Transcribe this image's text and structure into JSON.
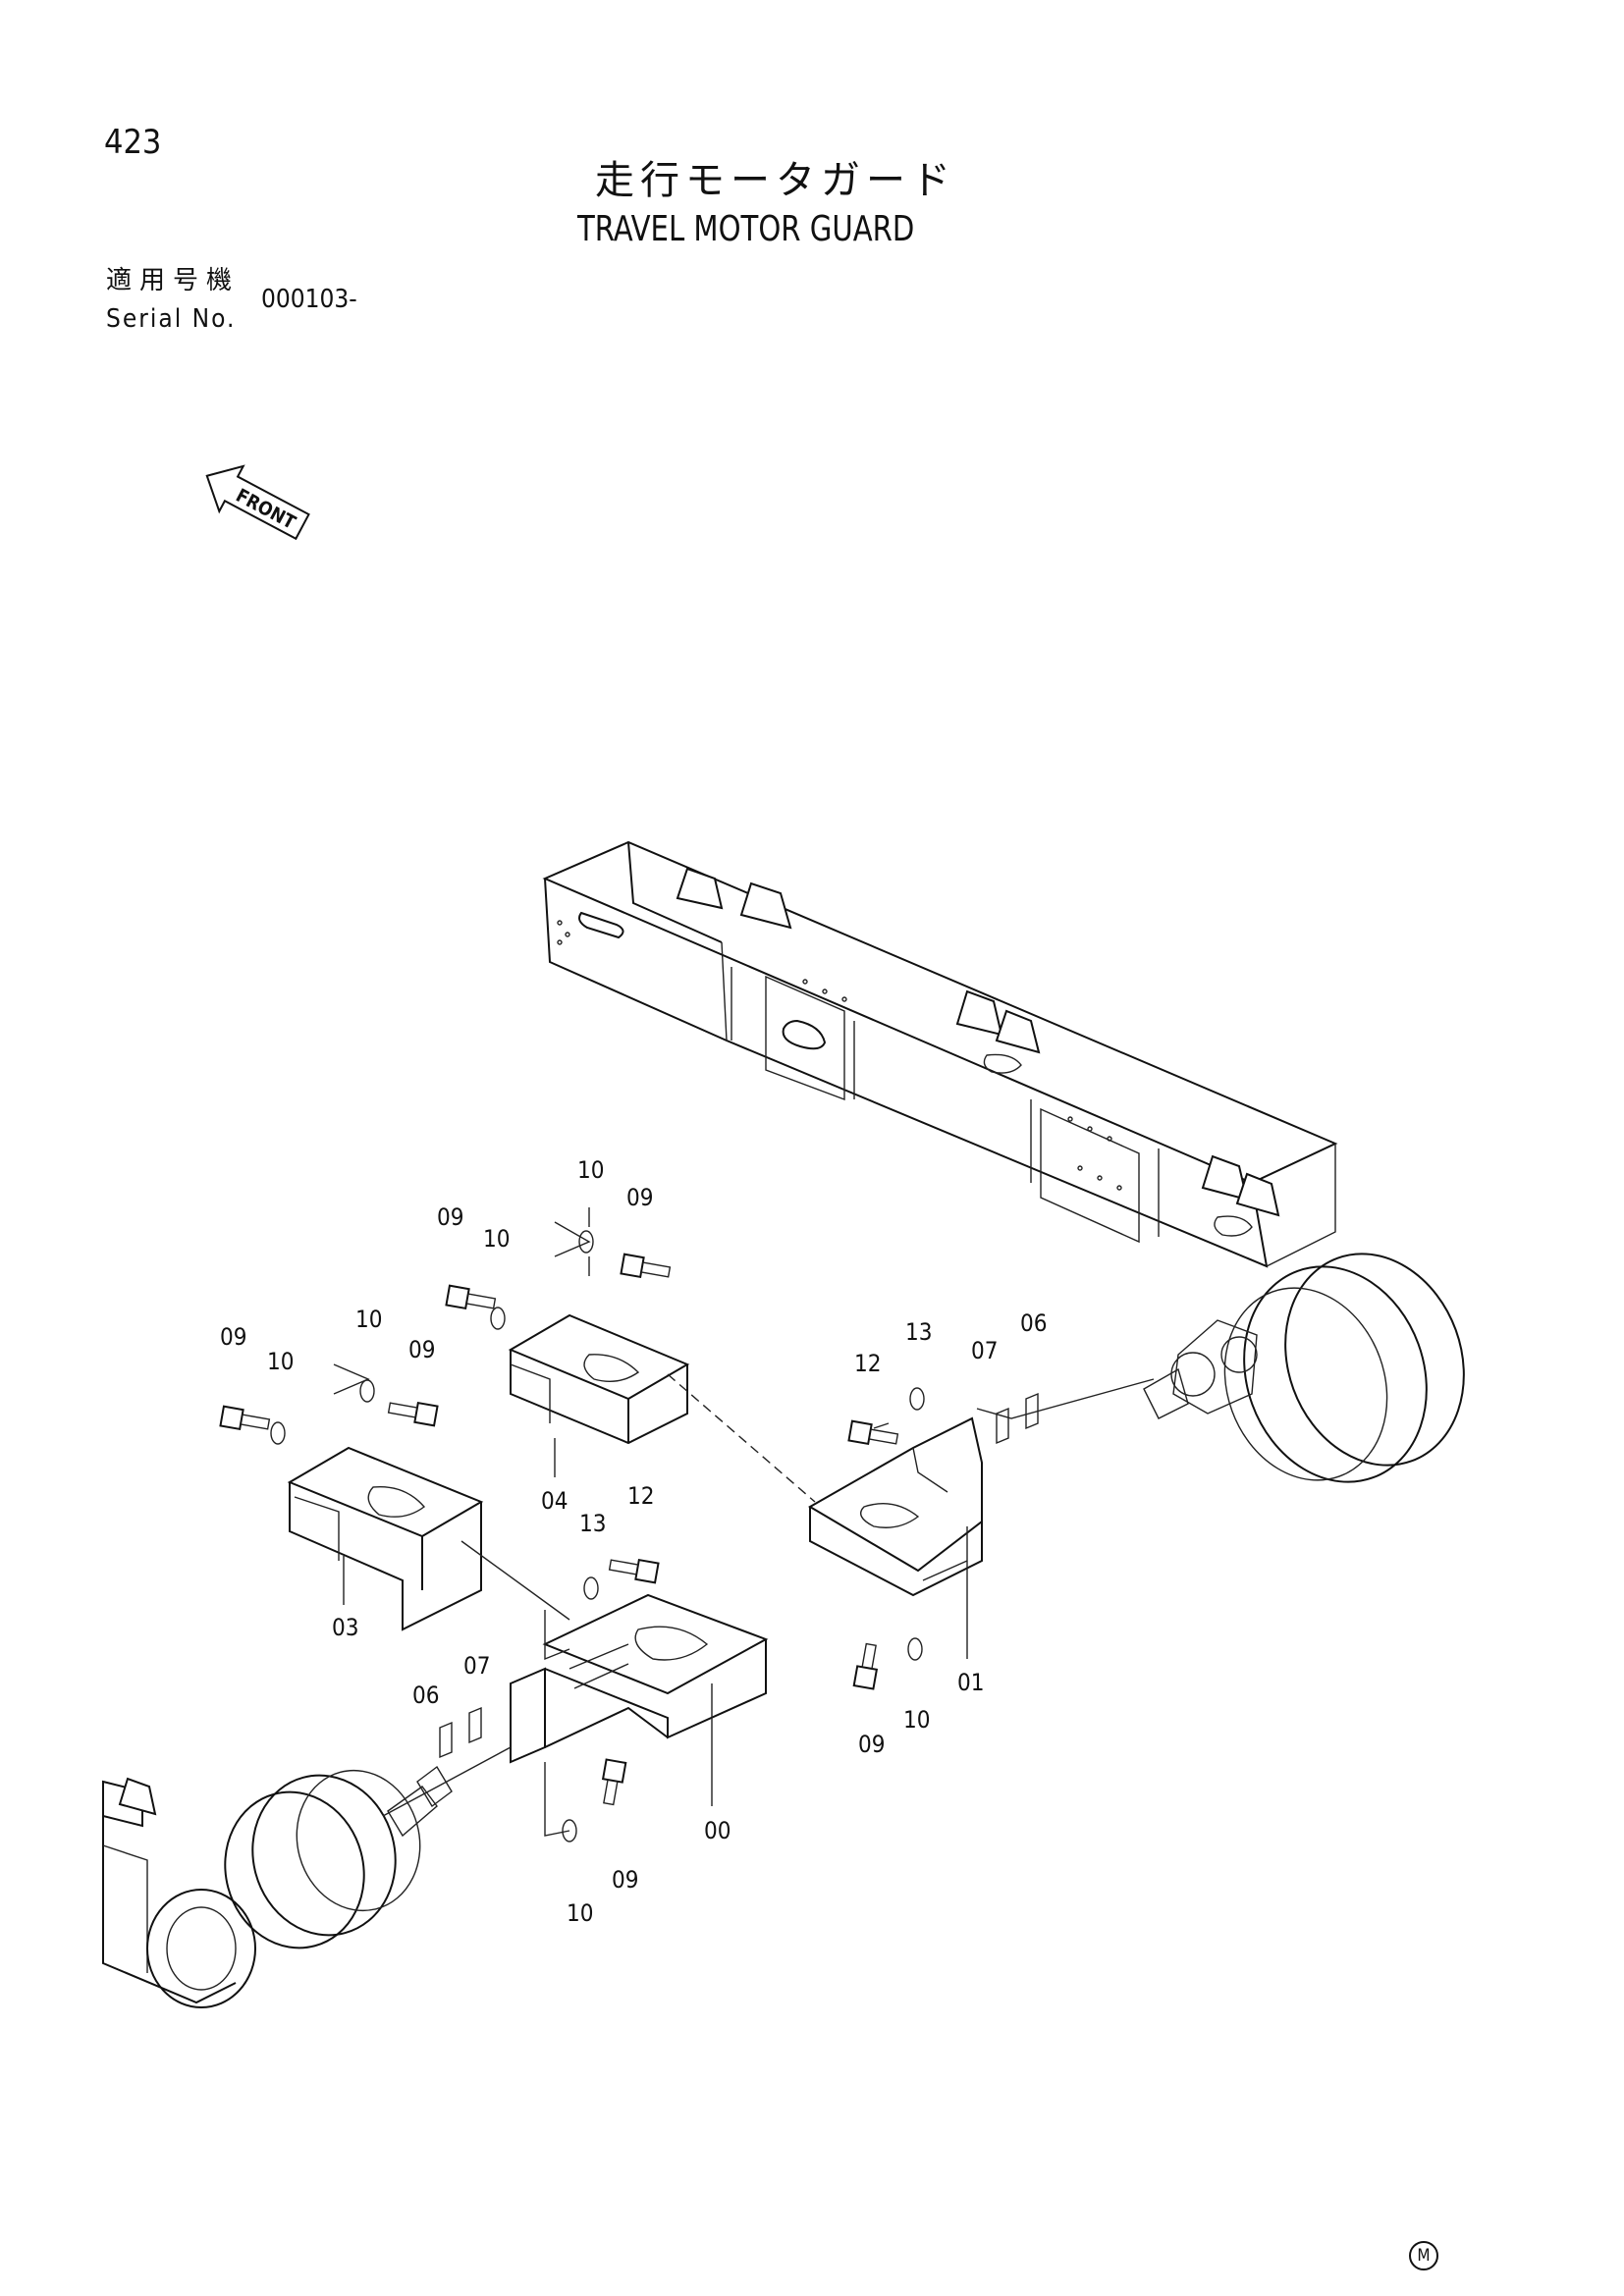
{
  "page": {
    "number": "423",
    "title_jp": "走行モータガード",
    "title_en": "TRAVEL MOTOR GUARD",
    "serial_label_jp": "適用号機",
    "serial_label_en": "Serial No.",
    "serial_value": "000103-",
    "front_arrow_text": "FRONT",
    "corner_mark": "M"
  },
  "parts": [
    {
      "id": "part-00",
      "label": "00"
    },
    {
      "id": "part-01",
      "label": "01"
    },
    {
      "id": "part-03",
      "label": "03"
    },
    {
      "id": "part-04",
      "label": "04"
    },
    {
      "id": "part-06-left",
      "label": "06"
    },
    {
      "id": "part-06-right",
      "label": "06"
    },
    {
      "id": "part-07-left",
      "label": "07"
    },
    {
      "id": "part-07-right",
      "label": "07"
    },
    {
      "id": "part-09-a",
      "label": "09"
    },
    {
      "id": "part-09-b",
      "label": "09"
    },
    {
      "id": "part-09-c",
      "label": "09"
    },
    {
      "id": "part-09-d",
      "label": "09"
    },
    {
      "id": "part-09-e",
      "label": "09"
    },
    {
      "id": "part-09-f",
      "label": "09"
    },
    {
      "id": "part-10-a",
      "label": "10"
    },
    {
      "id": "part-10-b",
      "label": "10"
    },
    {
      "id": "part-10-c",
      "label": "10"
    },
    {
      "id": "part-10-d",
      "label": "10"
    },
    {
      "id": "part-10-e",
      "label": "10"
    },
    {
      "id": "part-10-f",
      "label": "10"
    },
    {
      "id": "part-12-a",
      "label": "12"
    },
    {
      "id": "part-12-b",
      "label": "12"
    },
    {
      "id": "part-13-a",
      "label": "13"
    },
    {
      "id": "part-13-b",
      "label": "13"
    }
  ]
}
